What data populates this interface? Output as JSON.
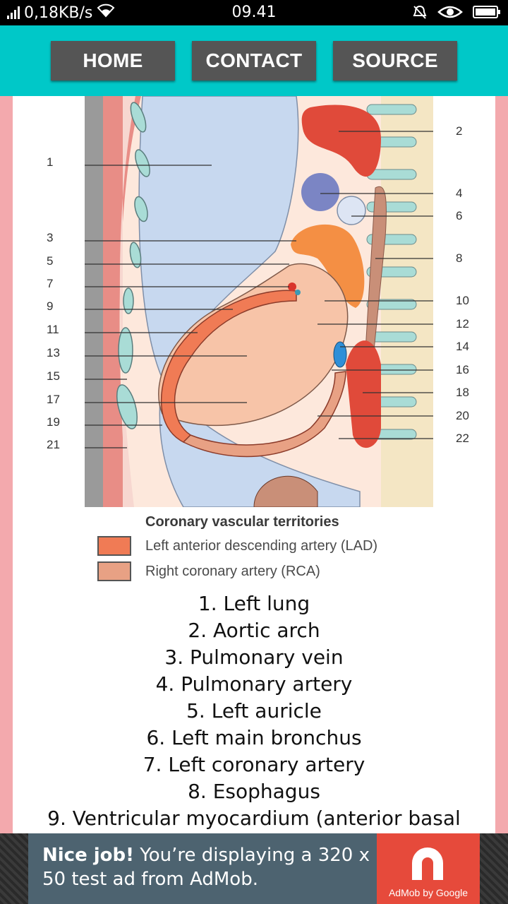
{
  "status_bar": {
    "network_speed": "0,18KB/s",
    "time": "09.41",
    "icons": [
      "signal-icon",
      "wifi-icon",
      "mute-icon",
      "eye-icon",
      "battery-icon"
    ]
  },
  "nav": {
    "home_label": "HOME",
    "contact_label": "CONTACT",
    "source_label": "SOURCE",
    "bar_color": "#00c8c8",
    "button_color": "#555555"
  },
  "figure": {
    "left_numbers": [
      "1",
      "3",
      "5",
      "7",
      "9",
      "11",
      "13",
      "15",
      "17",
      "19",
      "21"
    ],
    "right_numbers": [
      "2",
      "4",
      "6",
      "8",
      "10",
      "12",
      "14",
      "16",
      "18",
      "20",
      "22"
    ],
    "legend": {
      "title": "Coronary vascular territories",
      "items": [
        {
          "label": "Left anterior descending artery (LAD)",
          "color": "#f07b55"
        },
        {
          "label": "Right coronary artery (RCA)",
          "color": "#e8a184"
        }
      ]
    }
  },
  "parts_list": [
    "1. Left lung",
    "2. Aortic arch",
    "3. Pulmonary vein",
    "4. Pulmonary artery",
    "5. Left auricle",
    "6. Left main bronchus",
    "7. Left coronary artery",
    "8. Esophagus",
    "9. Ventricular myocardium (anterior basal"
  ],
  "ad": {
    "headline": "Nice job!",
    "body": "You’re displaying a 320 x 50 test ad from AdMob.",
    "brand": "AdMob by Google"
  },
  "colors": {
    "page_background": "#f3a9ad",
    "content_background": "#ffffff",
    "ad_card": "#4d6370",
    "ad_logo": "#e64a3b"
  }
}
